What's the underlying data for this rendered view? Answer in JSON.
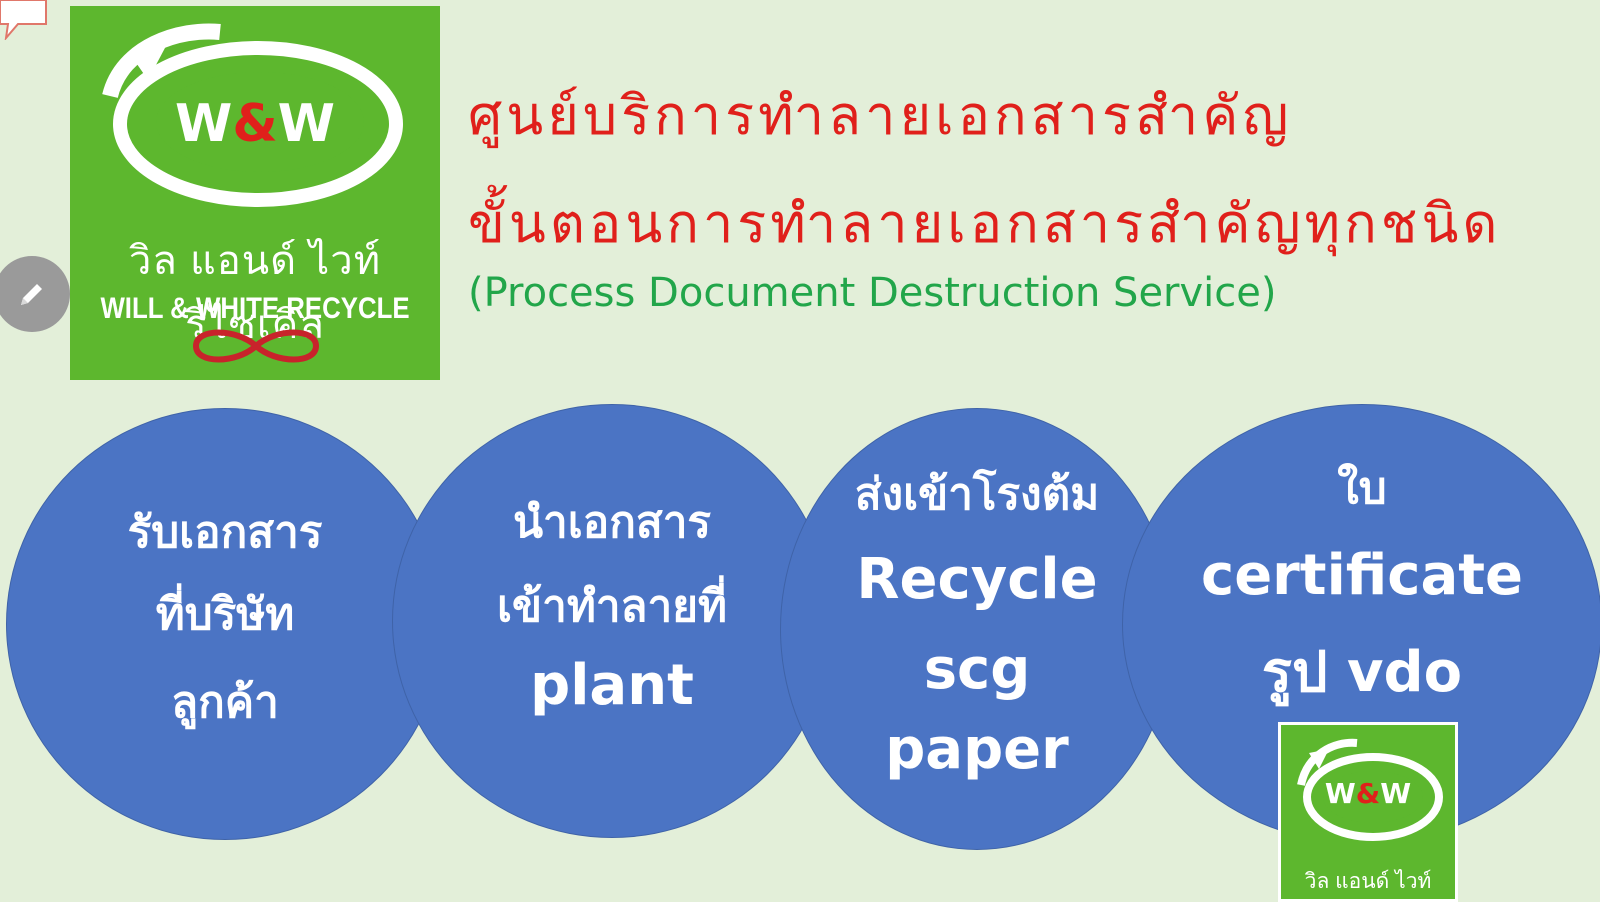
{
  "logo": {
    "mark": "W&W",
    "thai_name": "วิล แอนด์ ไวท์ รีไซเคิล",
    "english_name": "WILL & WHITE RECYCLE"
  },
  "title": {
    "line1": "ศูนย์บริการทำลายเอกสารสำคัญ",
    "line2": "ขั้นตอนการทำลายเอกสารสำคัญทุกชนิด",
    "subtitle": "(Process Document Destruction Service)"
  },
  "steps": [
    {
      "lines": [
        "รับเอกสาร",
        "ที่บริษัท",
        "ลูกค้า"
      ]
    },
    {
      "lines": [
        "นำเอกสาร",
        "เข้าทำลายที่",
        "plant"
      ]
    },
    {
      "lines": [
        "ส่งเข้าโรงต้ม",
        "Recycle",
        "scg",
        "paper"
      ]
    },
    {
      "lines": [
        "ใบ",
        "certificate",
        "รูป vdo"
      ]
    }
  ],
  "logo_small": {
    "mark": "W&W",
    "thai_name": "วิล แอนด์ ไวท์ รีไซเคิล"
  },
  "colors": {
    "background": "#e3efd9",
    "logo_green": "#5db72e",
    "title_red": "#e0201b",
    "subtitle_green": "#22a64a",
    "circle_blue": "#4b74c4"
  },
  "icons": [
    "pencil-icon",
    "recycle-arrow-icon",
    "infinity-icon"
  ]
}
